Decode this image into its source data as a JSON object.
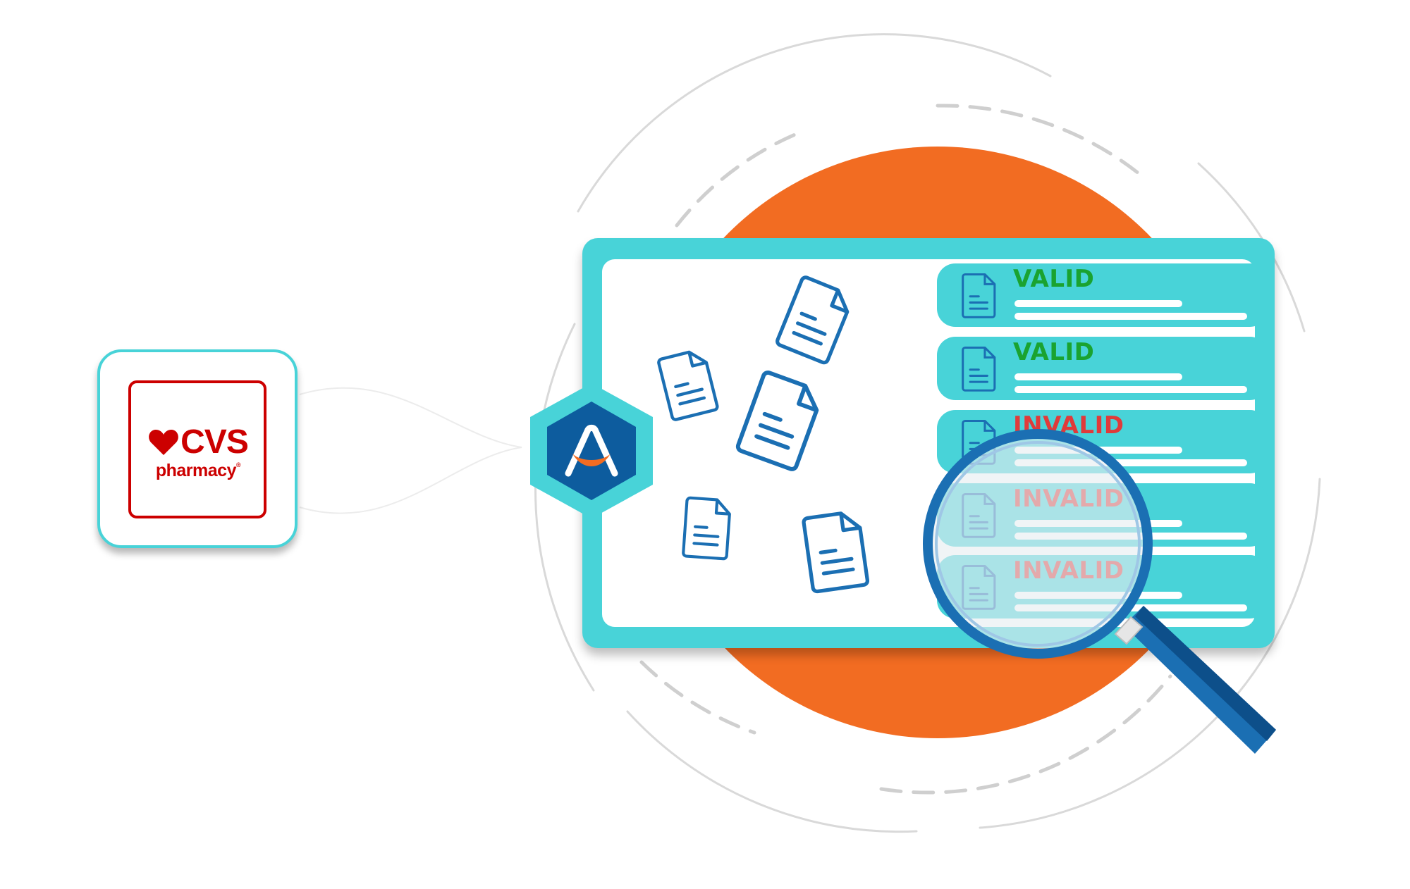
{
  "brand": {
    "cvs_word": "CVS",
    "pharmacy_word": "pharmacy",
    "registered_mark": "®",
    "brand_red": "#cc0000"
  },
  "validation": {
    "rows": [
      {
        "status": "VALID",
        "kind": "valid"
      },
      {
        "status": "VALID",
        "kind": "valid"
      },
      {
        "status": "INVALID",
        "kind": "invalid"
      },
      {
        "status": "INVALID",
        "kind": "invalid"
      },
      {
        "status": "INVALID",
        "kind": "invalid"
      }
    ]
  },
  "icons": {
    "hub_icon": "hexagon-logo-icon",
    "document_icon": "document-icon",
    "search_icon": "magnifying-glass-icon",
    "heart_icon": "heart-icon"
  },
  "colors": {
    "accent_teal": "#48d3d8",
    "accent_orange": "#f26c22",
    "doc_blue": "#1b6fb3",
    "valid_green": "#1aa330",
    "invalid_red": "#e03a3a",
    "hex_blue": "#0d5c9e"
  }
}
